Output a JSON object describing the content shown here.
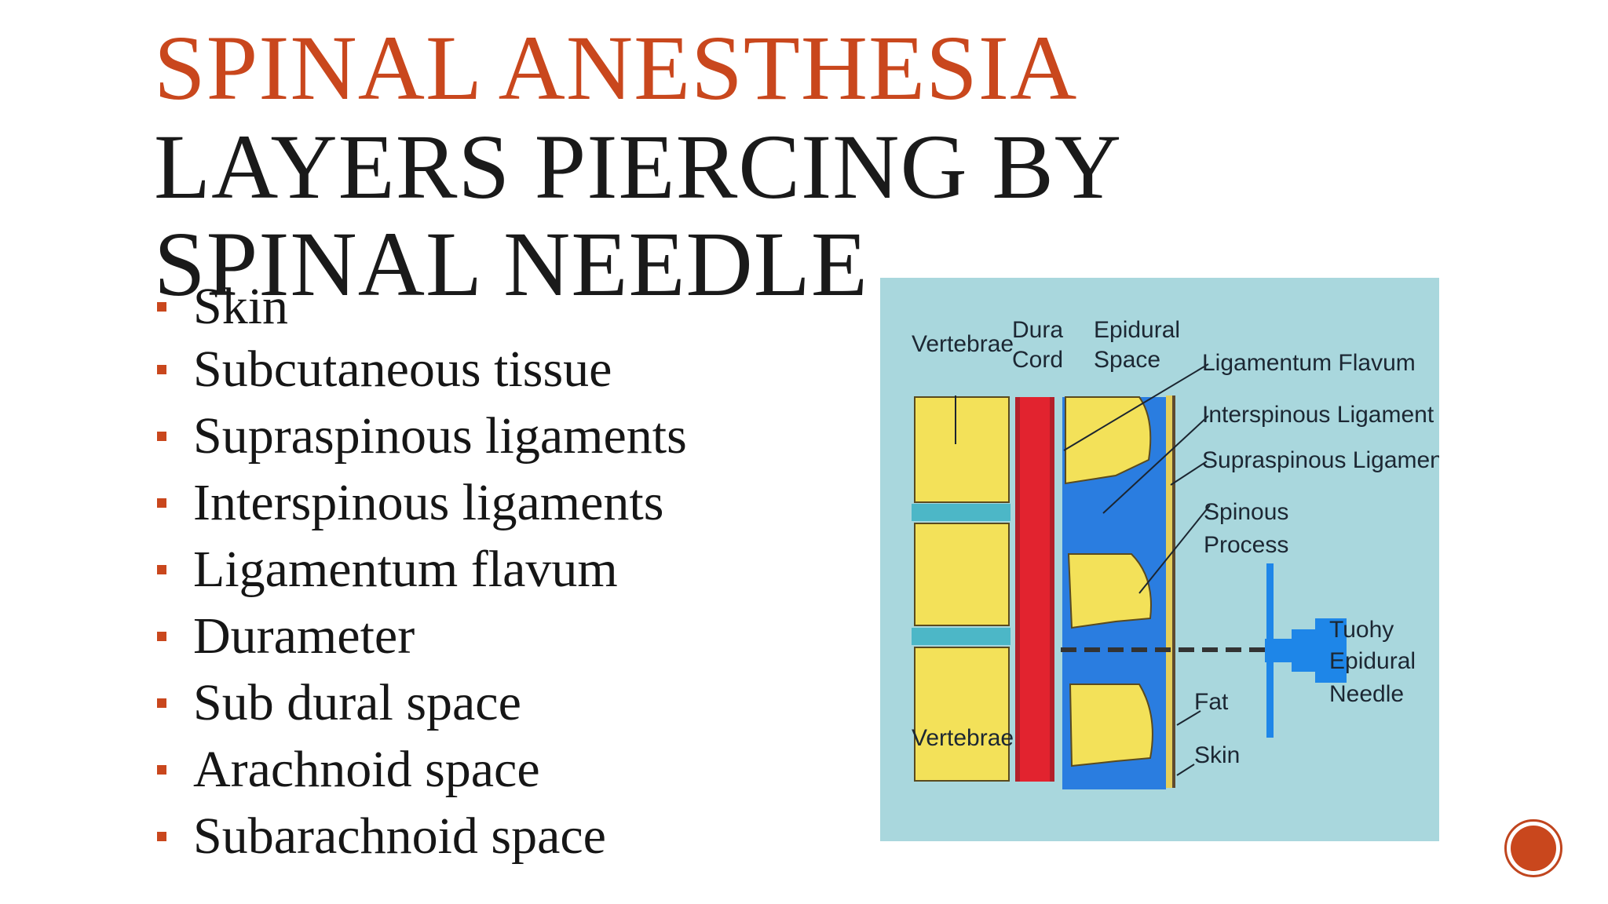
{
  "colors": {
    "accent": "#C9471D",
    "title_text": "#1a1a1a",
    "bullet_marker": "#C9471D",
    "diagram_background": "#A9D7DD",
    "bone": "#F3E159",
    "cord": "#E2232F",
    "epidural_blue": "#2A7DE0",
    "needle_blue": "#1E86E8",
    "disc": "#4CB7C7"
  },
  "title": {
    "line1": "SPINAL ANESTHESIA",
    "line2": "LAYERS PIERCING BY",
    "line3": "SPINAL NEEDLE"
  },
  "bullets": [
    "Skin",
    "Subcutaneous tissue",
    "Supraspinous ligaments",
    "Interspinous ligaments",
    "Ligamentum flavum",
    "Durameter",
    "Sub dural space",
    "Arachnoid space",
    "Subarachnoid space"
  ],
  "diagram": {
    "labels": {
      "vertebrae_top": "Vertebrae",
      "dura": "Dura",
      "cord": "Cord",
      "epidural": "Epidural",
      "space": "Space",
      "ligamentum_flavum": "Ligamentum  Flavum",
      "interspinous": "Interspinous  Ligament",
      "supraspinous": "Supraspinous Ligament",
      "spinous": "Spinous",
      "process": "Process",
      "tuohy": "Tuohy",
      "epidural_needle": "Epidural",
      "needle": "Needle",
      "fat": "Fat",
      "skin": "Skin",
      "vertebrae_bottom": "Vertebrae"
    }
  },
  "navigation": {
    "next_icon": "circle-nav-icon"
  }
}
